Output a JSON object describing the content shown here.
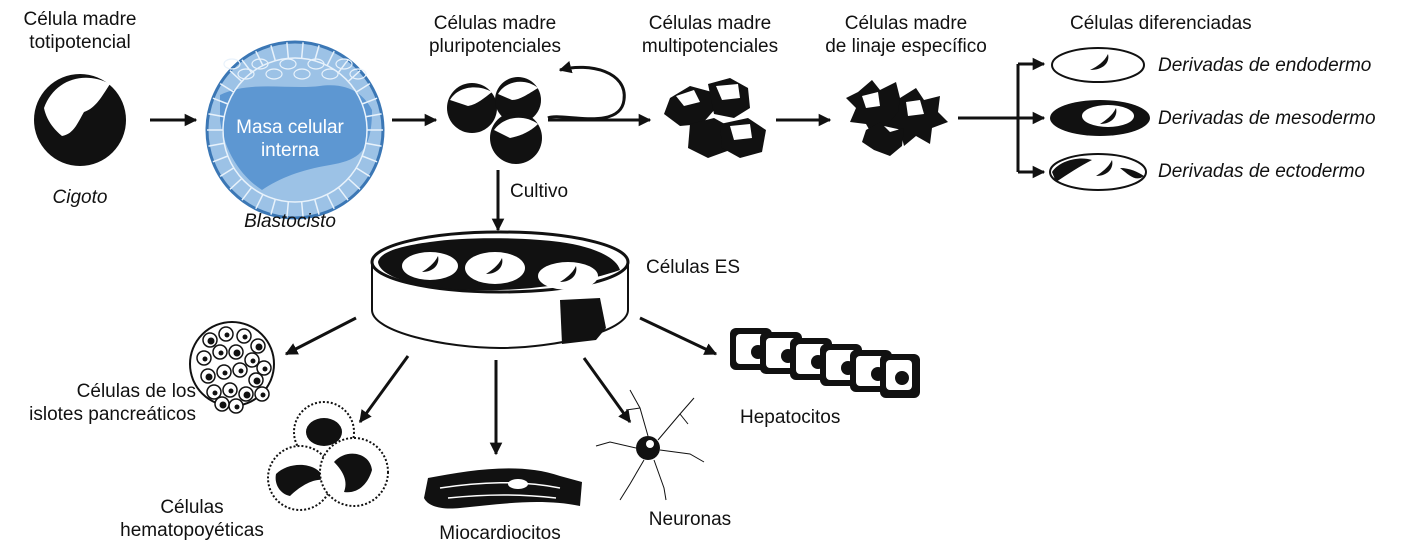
{
  "stages": {
    "totipotent": {
      "title": "Célula madre\ntotipotencial",
      "caption": "Cigoto"
    },
    "blastocyst": {
      "inner_mass": "Masa celular\ninterna",
      "caption": "Blastocisto"
    },
    "pluripotent": {
      "title": "Células madre\npluripotenciales"
    },
    "multipotent": {
      "title": "Células madre\nmultipotenciales"
    },
    "lineage": {
      "title": "Células madre\nde linaje específico"
    },
    "differentiated": {
      "title": "Células diferenciadas",
      "items": [
        "Derivadas de endodermo",
        "Derivadas de mesodermo",
        "Derivadas de ectodermo"
      ]
    }
  },
  "culture": {
    "step": "Cultivo",
    "dish": "Células ES"
  },
  "derived": {
    "pancreatic": "Células de los\nislotes pancreáticos",
    "hematopoietic": "Células\nhematopoyéticas",
    "cardiomyocytes": "Miocardiocitos",
    "neurons": "Neuronas",
    "hepatocytes": "Hepatocitos"
  },
  "colors": {
    "ink": "#111111",
    "blastocyst_fill": "#8fb8e0",
    "blastocyst_mass": "#4f8fd0",
    "blastocyst_edge": "#3b77b5"
  }
}
